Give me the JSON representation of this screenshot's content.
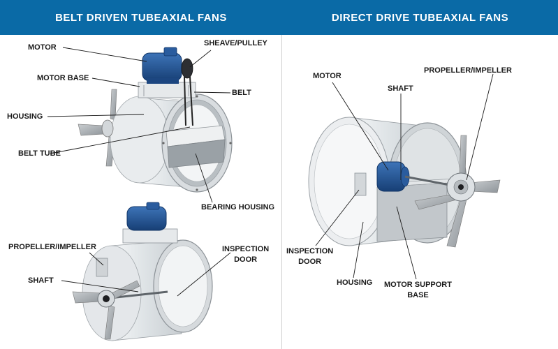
{
  "colors": {
    "header_bg": "#0a6aa6",
    "motor_blue": "#1f4f8f",
    "housing_gray": "#e2e6e8"
  },
  "left_panel": {
    "title": "BELT DRIVEN TUBEAXIAL FANS",
    "labels": {
      "motor": "MOTOR",
      "sheave": "SHEAVE/PULLEY",
      "motor_base": "MOTOR BASE",
      "belt": "BELT",
      "housing": "HOUSING",
      "belt_tube": "BELT TUBE",
      "bearing_housing": "BEARING HOUSING",
      "propeller": "PROPELLER/IMPELLER",
      "inspection_door_1": "INSPECTION",
      "inspection_door_2": "DOOR",
      "shaft": "SHAFT"
    }
  },
  "right_panel": {
    "title": "DIRECT DRIVE TUBEAXIAL FANS",
    "labels": {
      "motor": "MOTOR",
      "propeller": "PROPELLER/IMPELLER",
      "shaft": "SHAFT",
      "inspection_door_1": "INSPECTION",
      "inspection_door_2": "DOOR",
      "housing": "HOUSING",
      "motor_support_1": "MOTOR SUPPORT",
      "motor_support_2": "BASE"
    }
  }
}
